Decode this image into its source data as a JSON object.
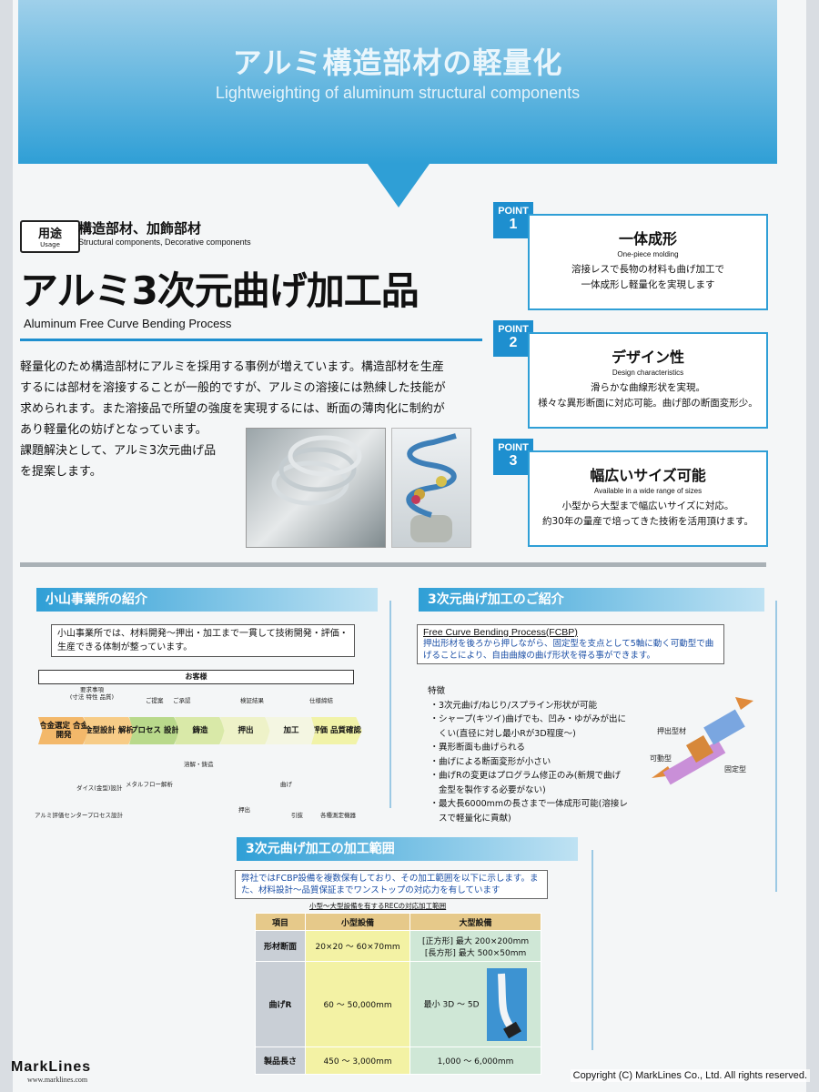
{
  "header": {
    "title_ja": "アルミ構造部材の軽量化",
    "title_en": "Lightweighting of aluminum structural components"
  },
  "usage": {
    "badge_ja": "用途",
    "badge_en": "Usage",
    "text_ja": "構造部材、加飾部材",
    "text_en": "Structural components, Decorative components"
  },
  "product": {
    "title_ja": "アルミ3次元曲げ加工品",
    "title_en": "Aluminum Free Curve Bending Process"
  },
  "intro": [
    "軽量化のため構造部材にアルミを採用する事例が増えています。構造部材を生産",
    "するには部材を溶接することが一般的ですが、アルミの溶接には熟練した技能が",
    "求められます。また溶接品で所望の強度を実現するには、断面の薄肉化に制約が",
    "あり軽量化の妨げとなっています。",
    "課題解決として、アルミ3次元曲げ品",
    "を提案します。"
  ],
  "points": [
    {
      "tag": "POINT",
      "num": "1",
      "title_ja": "一体成形",
      "title_en": "One-piece molding",
      "desc1": "溶接レスで長物の材料も曲げ加工で",
      "desc2": "一体成形し軽量化を実現します"
    },
    {
      "tag": "POINT",
      "num": "2",
      "title_ja": "デザイン性",
      "title_en": "Design characteristics",
      "desc1": "滑らかな曲線形状を実現。",
      "desc2": "様々な異形断面に対応可能。曲げ部の断面変形少。"
    },
    {
      "tag": "POINT",
      "num": "3",
      "title_ja": "幅広いサイズ可能",
      "title_en": "Available in a wide range of sizes",
      "desc1": "小型から大型まで幅広いサイズに対応。",
      "desc2": "約30年の量産で培ってきた技術を活用頂けます。"
    }
  ],
  "oyama": {
    "heading": "小山事業所の紹介",
    "desc": "小山事業所では、材料開発～押出・加工まで一貫して技術開発・評価・生産できる体制が整っています。",
    "customer": "お客様",
    "labels": [
      "要求事項",
      "(寸法 特性 品質)",
      "ご提案",
      "ご承認",
      "検証結果",
      "仕様締結"
    ],
    "steps": [
      "合金選定 合金開発",
      "金型設計 解析",
      "プロセス 設計",
      "鋳造",
      "押出",
      "加工",
      "評価 品質確認"
    ],
    "sublabels": [
      "ダイス(金型)設計",
      "メタルフロー解析",
      "溶解・鋳造",
      "押出",
      "曲げ",
      "引抜",
      "各種測定機器",
      "アルミ評価センター",
      "プロセス設計"
    ]
  },
  "fcbp": {
    "heading": "3次元曲げ加工のご紹介",
    "title": "Free Curve Bending Process(FCBP)",
    "desc": "押出形材を後ろから押しながら、固定型を支点として5軸に動く可動型で曲げることにより、自由曲線の曲げ形状を得る事ができます。",
    "features_heading": "特徴",
    "features": [
      "3次元曲げ/ねじり/スプライン形状が可能",
      "シャープ(キツイ)曲げでも、凹み・ゆがみが出にくい(直径に対し最小Rが3D程度～)",
      "異形断面も曲げられる",
      "曲げによる断面変形が小さい",
      "曲げRの変更はプログラム修正のみ(新規で曲げ金型を製作する必要がない)",
      "最大長6000mmの長さまで一体成形可能(溶接レスで軽量化に貢献)"
    ],
    "diagram_labels": [
      "押出型材",
      "可動型",
      "固定型"
    ]
  },
  "range": {
    "heading": "3次元曲げ加工の加工範囲",
    "desc": "弊社ではFCBP設備を複数保有しており、その加工範囲を以下に示します。また、材料設計～品質保証までワンストップの対応力を有しています",
    "caption": "小型～大型設備を有するRECの対応加工範囲",
    "headers": [
      "項目",
      "小型設備",
      "大型設備"
    ],
    "rows": [
      {
        "item": "形材断面",
        "small": "20×20 ～ 60×70mm",
        "large1": "[正方形] 最大 200×200mm",
        "large2": "[長方形] 最大 500×50mm"
      },
      {
        "item": "曲げR",
        "small": "60 ～ 50,000mm",
        "large1": "最小 3D ～ 5D",
        "large2": ""
      },
      {
        "item": "製品長さ",
        "small": "450 ～ 3,000mm",
        "large1": "1,000 ～ 6,000mm",
        "large2": ""
      }
    ]
  },
  "footer": {
    "logo": "MarkLines",
    "url": "www.marklines.com",
    "copyright": "Copyright (C) MarkLines Co., Ltd. All rights reserved."
  }
}
